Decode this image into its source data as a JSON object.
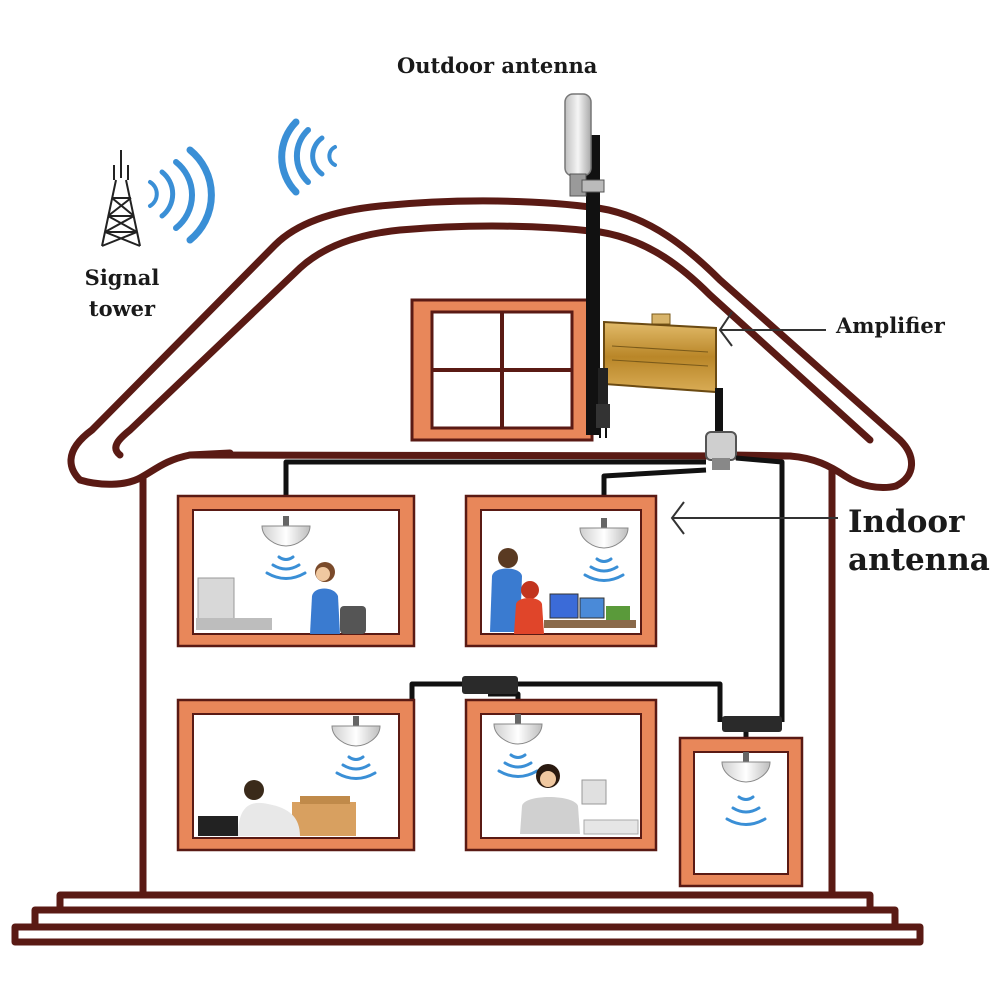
{
  "labels": {
    "outdoor_antenna": "Outdoor antenna",
    "signal_tower_line1": "Signal",
    "signal_tower_line2": "tower",
    "amplifier": "Amplifier",
    "indoor_antenna_line1": "Indoor",
    "indoor_antenna_line2": "antenna"
  },
  "colors": {
    "wall": "#5a1a14",
    "frame": "#e8875a",
    "cable": "#111111",
    "signal_wave": "#3a8fd6",
    "amplifier": "#c99a3a"
  },
  "rooms": [
    {
      "occupant": "woman-on-phone-icon"
    },
    {
      "occupant": "two-people-at-computer-icon"
    },
    {
      "occupant": "man-with-laptop-icon"
    },
    {
      "occupant": "woman-with-headset-icon"
    },
    {
      "occupant": "empty-room"
    }
  ]
}
